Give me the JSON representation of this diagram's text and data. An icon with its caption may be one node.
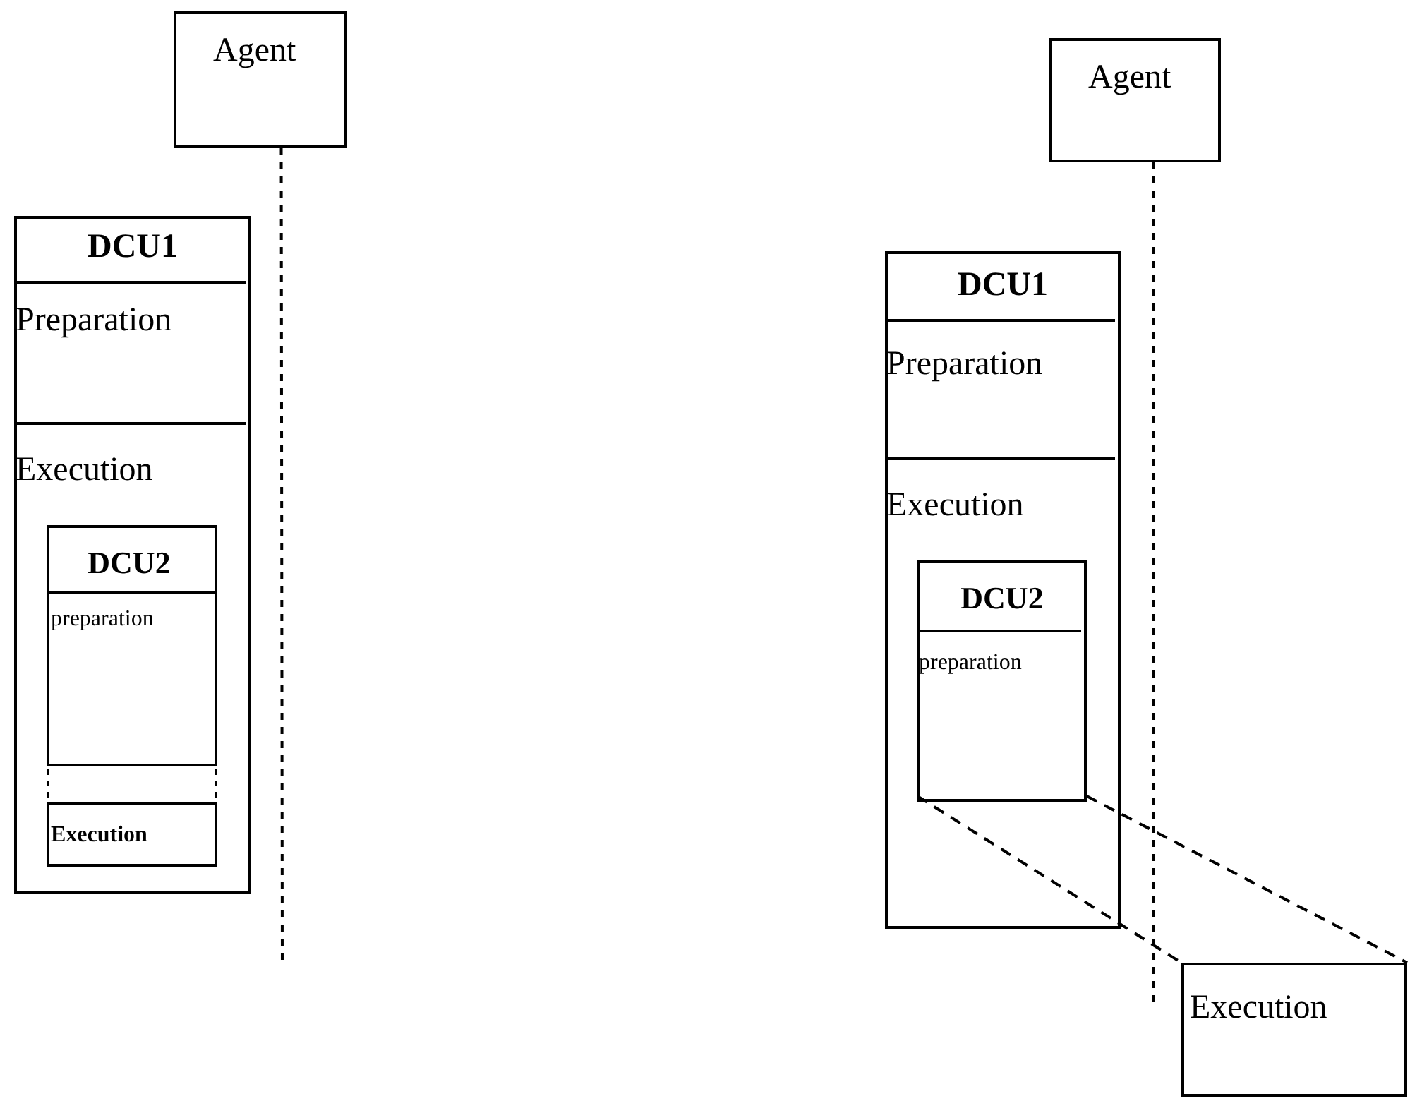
{
  "diagram": {
    "nodes": [
      {
        "text": [
          "Agent"
        ]
      },
      {
        "text": [
          "DCU1"
        ]
      },
      {
        "text": [
          "Preparation"
        ],
        "in": 1
      },
      {
        "text": [
          "Execution"
        ],
        "in": 1
      },
      {
        "text": [
          "DCU2"
        ],
        "in": 3
      },
      {
        "text": [
          "preparation"
        ],
        "in": 4
      },
      {
        "text": [
          "Execution"
        ],
        "in": 4
      },
      {
        "text": [
          "Agent"
        ]
      },
      {
        "text": [
          "DCU1"
        ]
      },
      {
        "text": [
          "Preparation"
        ],
        "in": 8
      },
      {
        "text": [
          "Execution"
        ],
        "in": 8
      },
      {
        "text": [
          "DCU2"
        ],
        "in": 10
      },
      {
        "text": [
          "preparation"
        ],
        "in": 11
      },
      {
        "text": [
          "Execution"
        ]
      }
    ],
    "edges": [
      {
        "from": 0,
        "to": null,
        "arrow": "none",
        "style": "dashed"
      },
      {
        "from": 7,
        "to": null,
        "arrow": "none",
        "style": "dashed"
      },
      {
        "from": 11,
        "to": 13,
        "arrow": "none",
        "style": "dashed"
      },
      {
        "from": 11,
        "to": 13,
        "arrow": "none",
        "style": "dashed"
      }
    ]
  }
}
